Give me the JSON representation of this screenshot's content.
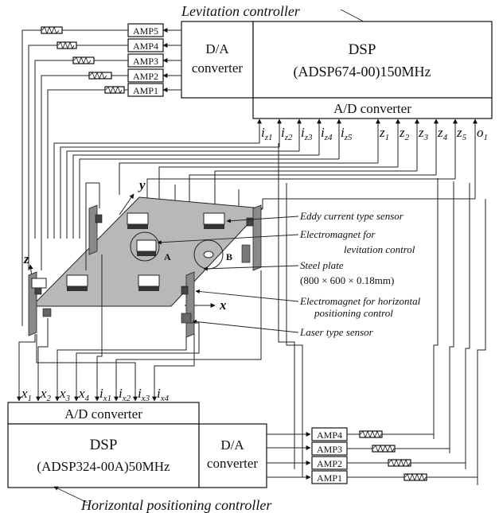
{
  "levitation": {
    "title": "Levitation controller",
    "dsp": "DSP",
    "dsp_model": "(ADSP674-00)150MHz",
    "da_line1": "D/A",
    "da_line2": "converter",
    "ad": "A/D converter",
    "amps": [
      "AMP5",
      "AMP4",
      "AMP3",
      "AMP2",
      "AMP1"
    ],
    "inputs": [
      {
        "base": "i",
        "sub": "z1"
      },
      {
        "base": "i",
        "sub": "z2"
      },
      {
        "base": "i",
        "sub": "z3"
      },
      {
        "base": "i",
        "sub": "z4"
      },
      {
        "base": "i",
        "sub": "z5"
      },
      {
        "base": "z",
        "sub": "1"
      },
      {
        "base": "z",
        "sub": "2"
      },
      {
        "base": "z",
        "sub": "3"
      },
      {
        "base": "z",
        "sub": "4"
      },
      {
        "base": "z",
        "sub": "5"
      },
      {
        "base": "o",
        "sub": "1"
      }
    ]
  },
  "horizontal": {
    "title": "Horizontal positioning controller",
    "dsp": "DSP",
    "dsp_model": "(ADSP324-00A)50MHz",
    "da_line1": "D/A",
    "da_line2": "converter",
    "ad": "A/D converter",
    "amps": [
      "AMP4",
      "AMP3",
      "AMP2",
      "AMP1"
    ],
    "inputs": [
      {
        "base": "x",
        "sub": "1"
      },
      {
        "base": "x",
        "sub": "2"
      },
      {
        "base": "x",
        "sub": "3"
      },
      {
        "base": "x",
        "sub": "4"
      },
      {
        "base": "i",
        "sub": "x1"
      },
      {
        "base": "i",
        "sub": "x2"
      },
      {
        "base": "i",
        "sub": "x3"
      },
      {
        "base": "i",
        "sub": "x4"
      }
    ]
  },
  "plant": {
    "axis_x": "x",
    "axis_y": "y",
    "axis_z": "z",
    "label_a": "A",
    "label_b": "B"
  },
  "annotations": {
    "eddy": "Eddy current type sensor",
    "em_lev_1": "Electromagnet for",
    "em_lev_2": "levitation control",
    "steel_1": "Steel plate",
    "steel_2": "(800 × 600 × 0.18mm)",
    "em_hor_1": "Electromagnet for horizontal",
    "em_hor_2": "positioning control",
    "laser": "Laser type sensor"
  }
}
